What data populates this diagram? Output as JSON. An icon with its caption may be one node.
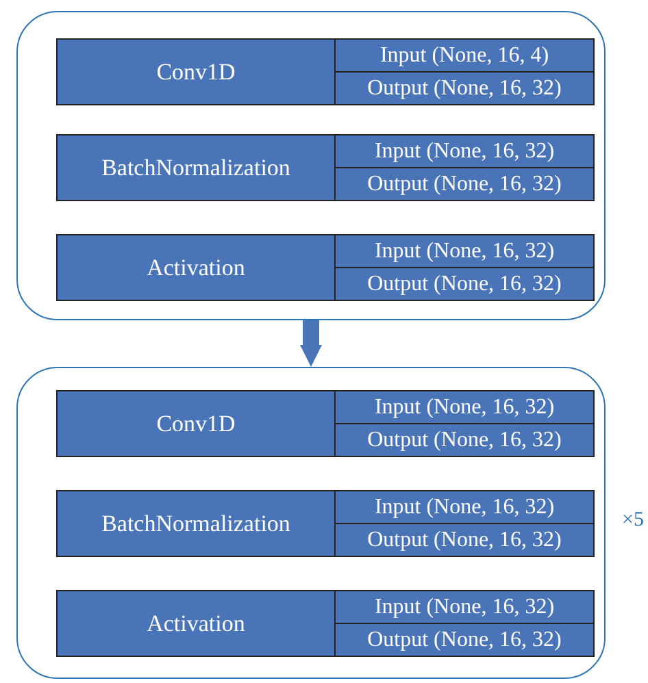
{
  "diagram": {
    "nodes": [
      {
        "text": [],
        "shape": "box"
      },
      {
        "text": [
          "Conv1D",
          "Input (None, 16, 4)",
          "Output (None, 16, 32)"
        ],
        "in": 0
      },
      {
        "text": [
          "BatchNormalization",
          "Input (None, 16, 32)",
          "Output (None, 16, 32)"
        ],
        "in": 0
      },
      {
        "text": [
          "Activation",
          "Input (None, 16, 32)",
          "Output (None, 16, 32)"
        ],
        "in": 0
      },
      {
        "text": [],
        "shape": "box",
        "beside": [
          "×5"
        ]
      },
      {
        "text": [
          "Conv1D",
          "Input (None, 16, 32)",
          "Output (None, 16, 32)"
        ],
        "in": 4
      },
      {
        "text": [
          "BatchNormalization",
          "Input (None, 16, 32)",
          "Output (None, 16, 32)"
        ],
        "in": 4
      },
      {
        "text": [
          "Activation",
          "Input (None, 16, 32)",
          "Output (None, 16, 32)"
        ],
        "in": 4
      }
    ],
    "edges": [
      {
        "from": 0,
        "to": 4,
        "arrow": "to"
      }
    ]
  }
}
